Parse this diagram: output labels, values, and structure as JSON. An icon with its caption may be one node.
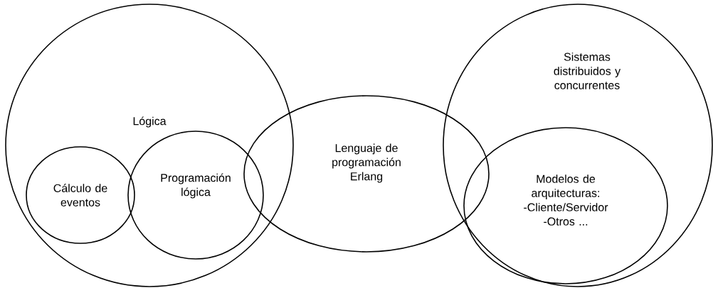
{
  "diagram": {
    "nodes": [
      {
        "text": [
          "Lógica"
        ]
      },
      {
        "text": [
          "Cálculo de eventos"
        ],
        "in": 0
      },
      {
        "text": [
          "Programación lógica"
        ],
        "in": 0
      },
      {
        "text": [
          "Lenguaje de programación Erlang"
        ]
      },
      {
        "text": [
          "Sistemas distribuidos y concurrentes"
        ]
      },
      {
        "text": [
          "Modelos de arquitecturas: -Cliente/Servidor -Otros ..."
        ],
        "in": 4
      }
    ]
  }
}
